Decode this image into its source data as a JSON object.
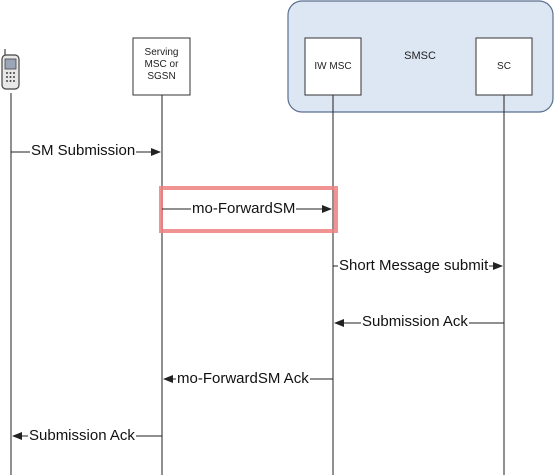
{
  "diagram": {
    "smsc_group_label": "SMSC",
    "entities": [
      {
        "id": "ms",
        "label": "",
        "icon": "mobile-phone-icon"
      },
      {
        "id": "msc",
        "label": "Serving\nMSC or\nSGSN"
      },
      {
        "id": "iwmsc",
        "label": "IW MSC"
      },
      {
        "id": "sc",
        "label": "SC"
      }
    ],
    "messages": [
      {
        "label": "SM Submission",
        "from": "ms",
        "to": "msc"
      },
      {
        "label": "mo-ForwardSM",
        "from": "msc",
        "to": "iwmsc",
        "highlighted": true
      },
      {
        "label": "Short Message submit",
        "from": "iwmsc",
        "to": "sc"
      },
      {
        "label": "Submission Ack",
        "from": "sc",
        "to": "iwmsc"
      },
      {
        "label": "mo-ForwardSM Ack",
        "from": "iwmsc",
        "to": "msc"
      },
      {
        "label": "Submission Ack",
        "from": "msc",
        "to": "ms"
      }
    ],
    "colors": {
      "smsc_fill": "#dde6f3",
      "smsc_stroke": "#5a6f8f",
      "highlight": "#f08080",
      "line": "#222222"
    }
  }
}
